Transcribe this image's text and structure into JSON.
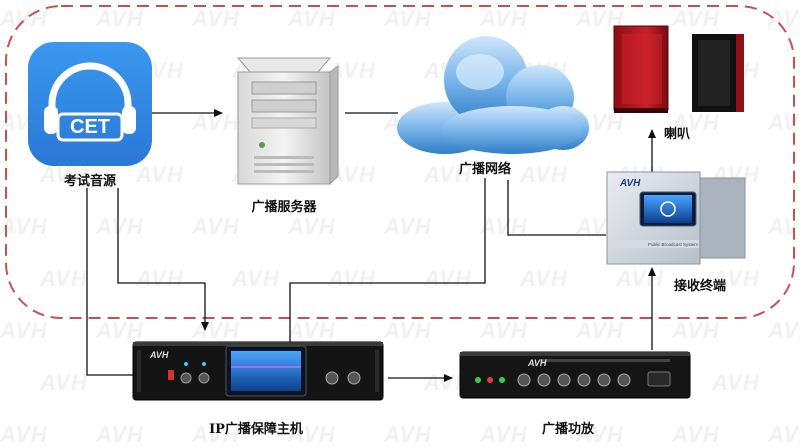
{
  "app_icon": {
    "text": "CET",
    "color": "#2f86e0"
  },
  "nodes": {
    "source": "考试音源",
    "server": "广播服务器",
    "network": "广播网络",
    "speaker": "喇叭",
    "receiver": "接收终端",
    "host": "IP广播保障主机",
    "amplifier": "广播功放"
  },
  "brand": "AVH",
  "receiver_panel_text": "Public Broadcast System",
  "watermark": "AVH",
  "colors": {
    "boundary": "#c85050",
    "speaker_red": "#b5121b",
    "device_dark": "#141414",
    "cloud_blue": "#3f8fd6"
  }
}
